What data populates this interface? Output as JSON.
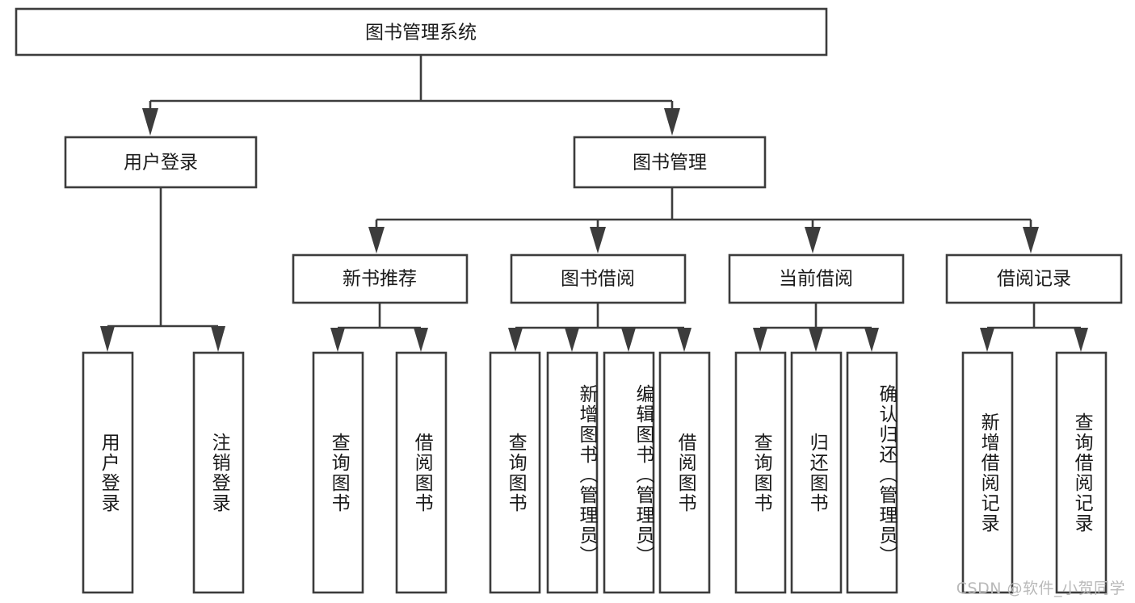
{
  "diagram": {
    "title": "图书管理系统",
    "type": "hierarchy-tree",
    "root": {
      "id": "root",
      "label": "图书管理系统"
    },
    "level2": [
      {
        "id": "user-login",
        "label": "用户登录"
      },
      {
        "id": "book-management",
        "label": "图书管理"
      }
    ],
    "level3": [
      {
        "id": "new-book-recommend",
        "label": "新书推荐",
        "parent": "book-management"
      },
      {
        "id": "book-borrow",
        "label": "图书借阅",
        "parent": "book-management"
      },
      {
        "id": "current-borrow",
        "label": "当前借阅",
        "parent": "book-management"
      },
      {
        "id": "borrow-record",
        "label": "借阅记录",
        "parent": "book-management"
      }
    ],
    "leaves": {
      "user-login": [
        {
          "id": "leaf-user-login",
          "label": "用户登录"
        },
        {
          "id": "leaf-user-logout",
          "label": "注销登录"
        }
      ],
      "new-book-recommend": [
        {
          "id": "leaf-query-book-1",
          "label": "查询图书"
        },
        {
          "id": "leaf-borrow-book-1",
          "label": "借阅图书"
        }
      ],
      "book-borrow": [
        {
          "id": "leaf-query-book-2",
          "label": "查询图书"
        },
        {
          "id": "leaf-add-book",
          "label": "新增图书（管理员）"
        },
        {
          "id": "leaf-edit-book",
          "label": "编辑图书（管理员）"
        },
        {
          "id": "leaf-borrow-book-2",
          "label": "借阅图书"
        }
      ],
      "current-borrow": [
        {
          "id": "leaf-query-book-3",
          "label": "查询图书"
        },
        {
          "id": "leaf-return-book",
          "label": "归还图书"
        },
        {
          "id": "leaf-confirm-return",
          "label": "确认归还（管理员）"
        }
      ],
      "borrow-record": [
        {
          "id": "leaf-add-record",
          "label": "新增借阅记录"
        },
        {
          "id": "leaf-query-record",
          "label": "查询借阅记录"
        }
      ]
    }
  },
  "watermark": {
    "text": "CSDN @软件_小贺同学"
  },
  "colors": {
    "stroke": "#3c3c3c",
    "fill": "#ffffff",
    "text": "#1a1a1a",
    "watermark": "#b9b9b9"
  }
}
